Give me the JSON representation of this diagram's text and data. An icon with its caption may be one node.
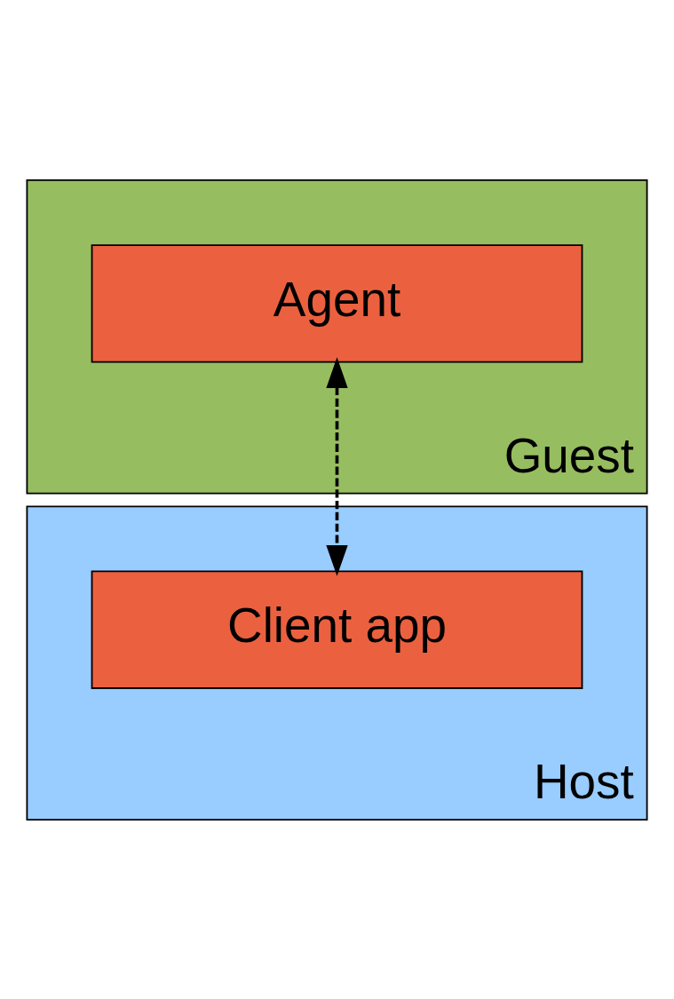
{
  "diagram": {
    "nodes": [
      {
        "text": [
          "Guest"
        ]
      },
      {
        "text": [
          "Agent"
        ],
        "in": 0
      },
      {
        "text": [
          "Host"
        ]
      },
      {
        "text": [
          "Client app"
        ],
        "in": 2
      }
    ],
    "edges": [
      {
        "from": 1,
        "to": 3,
        "arrow": "both",
        "style": "dashed"
      }
    ]
  }
}
